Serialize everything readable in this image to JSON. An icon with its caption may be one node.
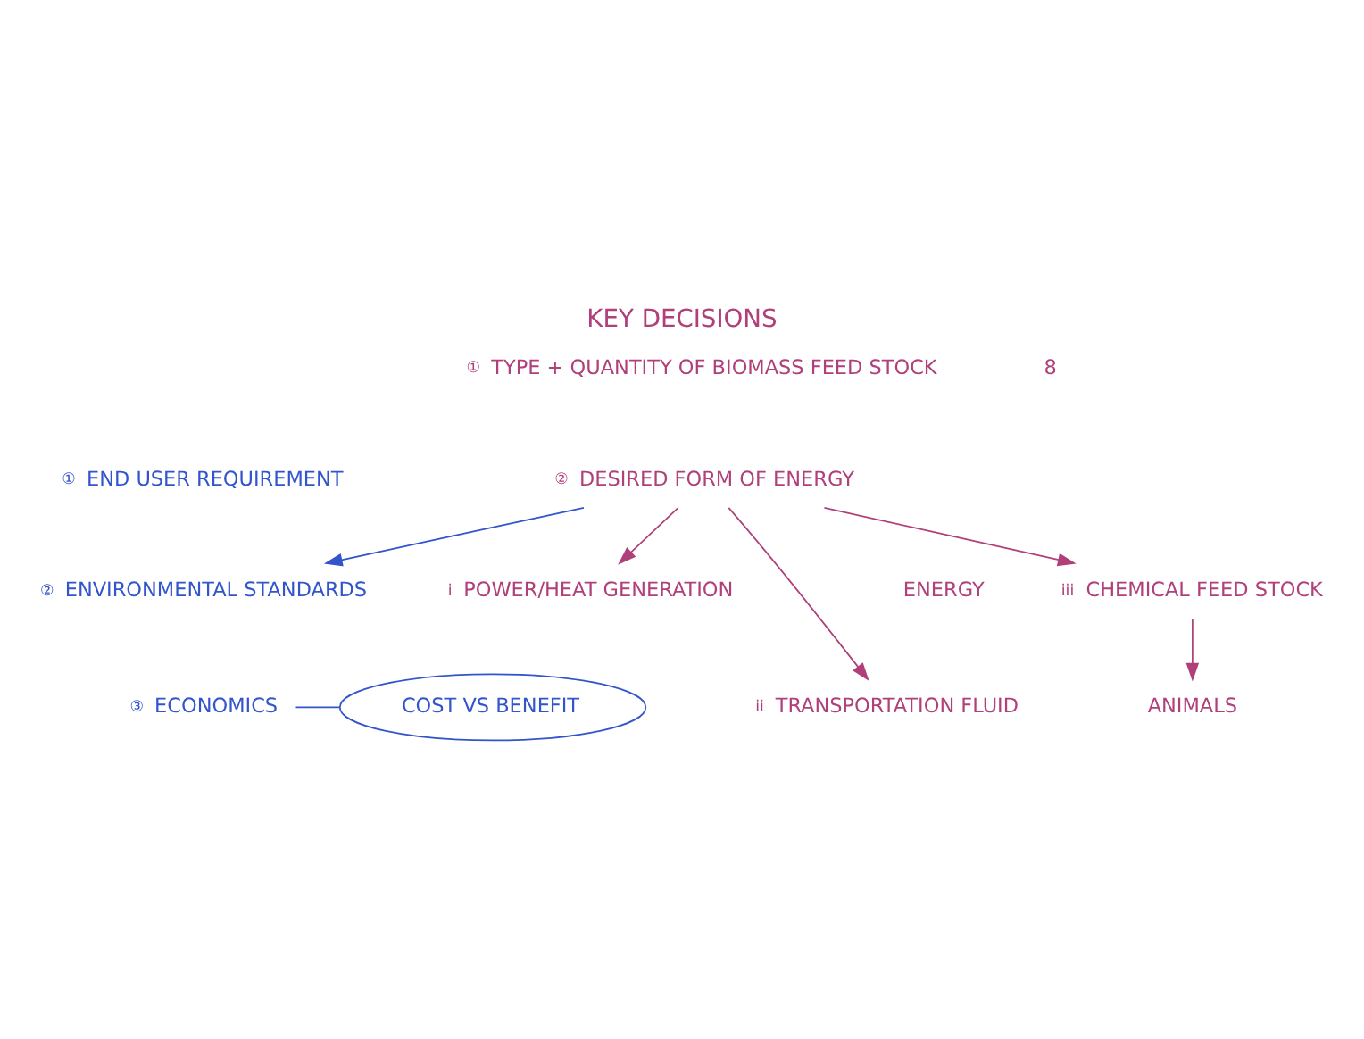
{
  "diagram": {
    "title": "KEY DECISIONS",
    "nodes": [
      {
        "text": [
          "TYPE + QUANTITY OF BIOMASS FEED STOCK"
        ],
        "beside": [
          "①"
        ]
      },
      {
        "text": [
          "DESIRED FORM OF ENERGY"
        ],
        "beside": [
          "②"
        ]
      },
      {
        "text": [
          "END USER REQUIREMENT"
        ],
        "beside": [
          "①"
        ]
      },
      {
        "text": [
          "ENVIRONMENTAL STANDARDS"
        ],
        "beside": [
          "②"
        ]
      },
      {
        "text": [
          "ECONOMICS"
        ],
        "beside": [
          "③"
        ]
      },
      {
        "text": [
          "COST VS BENEFIT"
        ]
      },
      {
        "text": [
          "POWER/HEAT GENERATION"
        ],
        "beside": [
          "i"
        ]
      },
      {
        "text": [
          "TRANSPORTATION FLUID"
        ],
        "beside": [
          "ii"
        ]
      },
      {
        "text": [
          "CHEMICAL FEED STOCK"
        ],
        "beside": [
          "iii"
        ]
      },
      {
        "text": [
          "ANIMALS"
        ]
      }
    ],
    "edges": [
      {
        "from": 1,
        "to": 3,
        "arrow": "to",
        "color": "#3355cc"
      },
      {
        "from": 1,
        "to": 6,
        "arrow": "to"
      },
      {
        "from": 1,
        "to": 7,
        "arrow": "to"
      },
      {
        "from": 1,
        "to": 8,
        "arrow": "to"
      },
      {
        "from": 8,
        "to": 9,
        "arrow": "to"
      },
      {
        "from": 4,
        "to": 5,
        "arrow": "none",
        "color": "#3355cc"
      }
    ],
    "labels": [
      "8",
      "ENERGY"
    ]
  }
}
